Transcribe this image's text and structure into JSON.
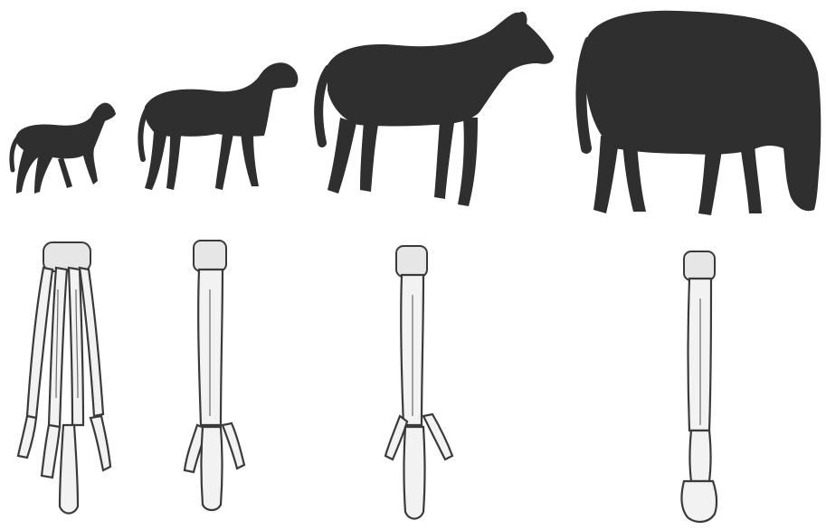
{
  "figure": {
    "stages": [
      {
        "id": "stage-1",
        "toes_on_foot": 4
      },
      {
        "id": "stage-2",
        "toes_on_foot": 3
      },
      {
        "id": "stage-3",
        "toes_on_foot": 3
      },
      {
        "id": "stage-4",
        "toes_on_foot": 1
      }
    ],
    "colors": {
      "silhouette": "#2f2f2f",
      "bone_fill": "#f2f2f2",
      "bone_outline": "#3a3a3a",
      "background": "#ffffff"
    }
  }
}
